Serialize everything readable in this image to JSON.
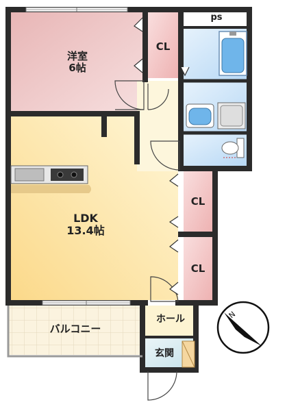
{
  "rooms": {
    "western": {
      "name": "洋室",
      "size": "6帖"
    },
    "ldk": {
      "name": "LDK",
      "size": "13.4帖"
    },
    "closet_top": "CL",
    "closet_mid": "CL",
    "closet_low": "CL",
    "balcony": "バルコニー",
    "hall": "ホール",
    "entrance": "玄関",
    "ps": "ps"
  },
  "compass": {
    "north_label": "N"
  },
  "colors": {
    "western": "#ecc3c3",
    "ldk": "#fde9b2",
    "closet": "#f3c8c8",
    "wet": "#cfe5f8",
    "corridor": "#fdf6dc",
    "balcony": "#fbf3df",
    "hall": "#fdf4d2",
    "entrance": "#d9ecf1",
    "wall": "#2b2b2b"
  }
}
